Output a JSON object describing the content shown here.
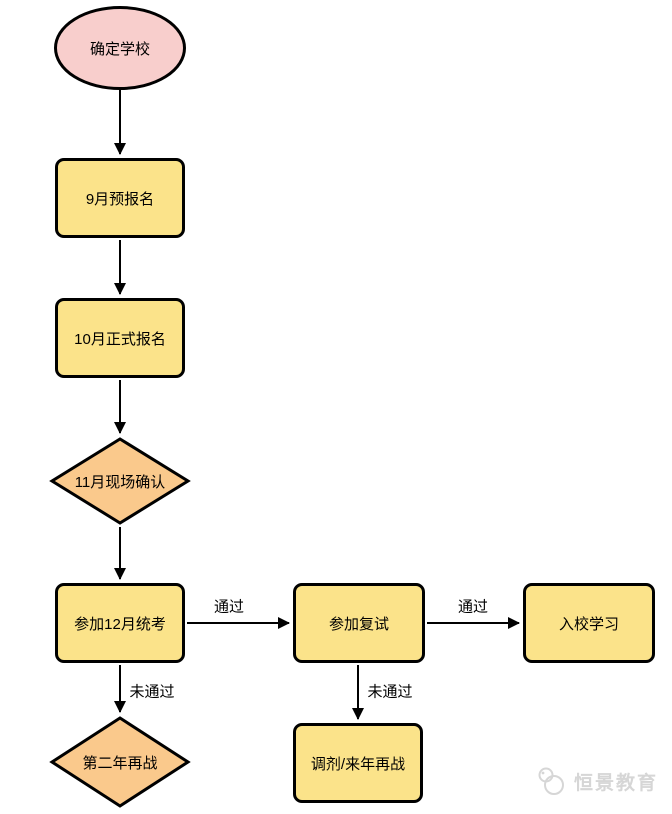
{
  "palette": {
    "ellipse_fill": "#f8cecc",
    "rect_fill": "#fbe38a",
    "diamond_fill": "#fac98c",
    "stroke": "#000000",
    "edge_color": "#000000",
    "label_color": "#000000",
    "watermark_color": "#d6d6d6",
    "canvas_bg": "#ffffff"
  },
  "nodes": {
    "start": {
      "label": "确定学校",
      "shape": "ellipse"
    },
    "pre_register": {
      "label": "9月预报名",
      "shape": "rect"
    },
    "official_register": {
      "label": "10月正式报名",
      "shape": "rect"
    },
    "onsite_confirm": {
      "label": "11月现场确认",
      "shape": "diamond"
    },
    "december_exam": {
      "label": "参加12月统考",
      "shape": "rect"
    },
    "retest": {
      "label": "参加复试",
      "shape": "rect"
    },
    "enroll": {
      "label": "入校学习",
      "shape": "rect"
    },
    "second_year": {
      "label": "第二年再战",
      "shape": "diamond"
    },
    "adjust": {
      "label": "调剂/来年再战",
      "shape": "rect"
    }
  },
  "edge_labels": {
    "exam_pass": "通过",
    "retest_pass": "通过",
    "exam_fail": "未通过",
    "retest_fail": "未通过"
  },
  "watermark": {
    "text": "恒景教育"
  }
}
